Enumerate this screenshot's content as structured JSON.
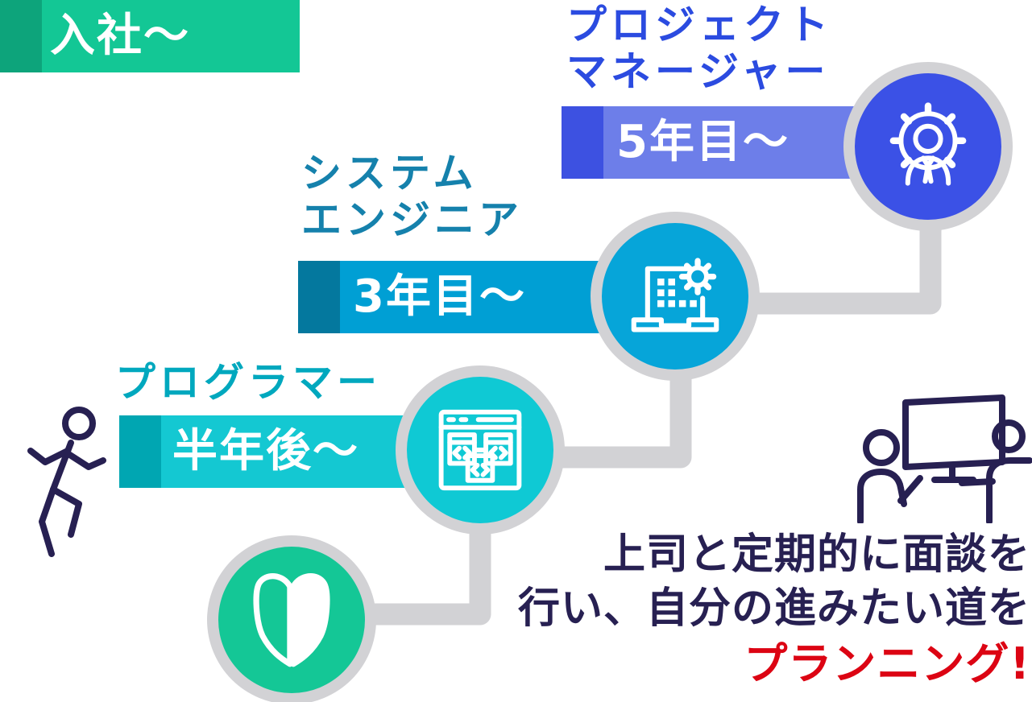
{
  "diagram": {
    "type": "career-path-step-diagram",
    "language": "ja",
    "stages": [
      {
        "name": "joining",
        "title_lines": [],
        "period": "入社〜",
        "bar_color": "#13C795",
        "bar_accent_color": "#0DA47B",
        "circle_color": "#14C796",
        "icon": "beginner-mark-icon"
      },
      {
        "name": "programmer",
        "title_lines": [
          "プログラマー"
        ],
        "title_color": "#00A8BE",
        "period": "半年後〜",
        "bar_color": "#14C8D2",
        "bar_accent_color": "#00A6B2",
        "circle_color": "#0FC9D4",
        "icon": "code-window-icon"
      },
      {
        "name": "system-engineer",
        "title_lines": [
          "システム",
          "エンジニア"
        ],
        "title_color": "#1581AC",
        "period": "3年目〜",
        "bar_color": "#009FD4",
        "bar_accent_color": "#04789E",
        "circle_color": "#06A5D9",
        "icon": "laptop-gear-icon"
      },
      {
        "name": "project-manager",
        "title_lines": [
          "プロジェクト",
          "マネージャー"
        ],
        "title_color": "#2B4BE0",
        "period": "5年目〜",
        "bar_color": "#6D7EE9",
        "bar_accent_color": "#3D51E1",
        "circle_color": "#3B51E6",
        "icon": "manager-gear-icon"
      }
    ],
    "note": {
      "line1": "上司と定期的に面談を",
      "line2": "行い、自分の進みたい道を",
      "highlight": "プランニング!",
      "text_color": "#272052",
      "highlight_color": "#DC0413"
    },
    "decorations": [
      {
        "icon": "running-person-icon",
        "color": "#272052"
      },
      {
        "icon": "meeting-illustration-icon",
        "color": "#272052"
      }
    ],
    "connector_color": "#D2D2D5",
    "ring_color": "#D2D2D5"
  }
}
